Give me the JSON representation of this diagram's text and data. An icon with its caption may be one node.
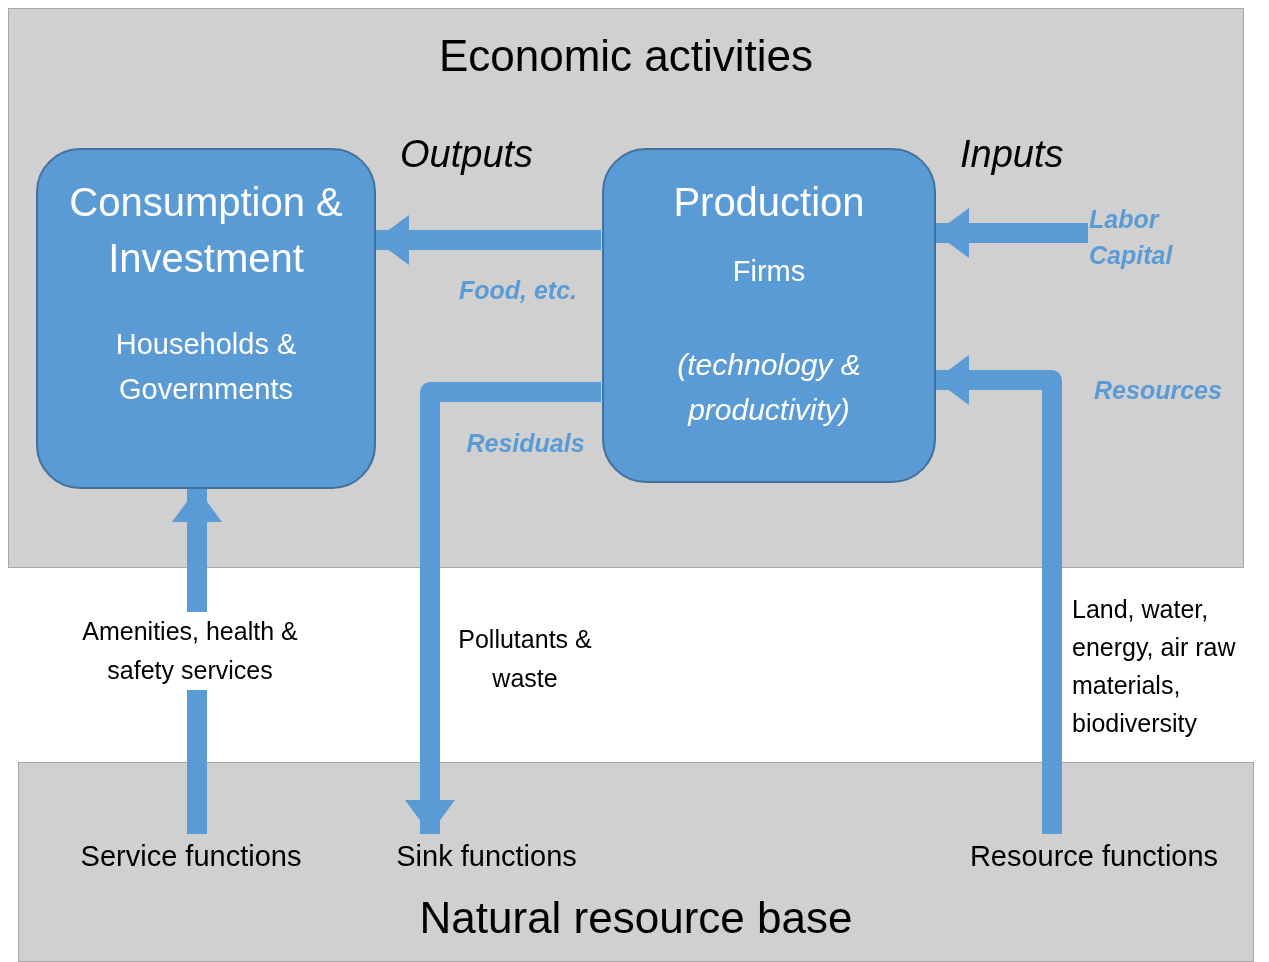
{
  "diagram": {
    "nodes": [
      {
        "text": [
          "Economic activities"
        ]
      },
      {
        "text": [
          "Consumption & Investment",
          "Households & Governments"
        ],
        "in": 0
      },
      {
        "text": [
          "Production",
          "Firms",
          "(technology & productivity)"
        ],
        "in": 0
      },
      {
        "text": [
          "Natural resource base"
        ]
      },
      {
        "text": [
          "Service functions"
        ],
        "in": 3
      },
      {
        "text": [
          "Sink functions"
        ],
        "in": 3
      },
      {
        "text": [
          "Resource functions"
        ],
        "in": 3
      },
      {
        "text": [
          "Labor Capital"
        ],
        "in": 0
      }
    ],
    "edges": [
      {
        "from": 2,
        "to": 1,
        "arrow": "to",
        "label": "Food, etc."
      },
      {
        "from": 7,
        "to": 2,
        "arrow": "to"
      },
      {
        "from": 2,
        "to": 5,
        "arrow": "to",
        "label": "Residuals"
      },
      {
        "from": 6,
        "to": 2,
        "arrow": "to",
        "label": "Resources"
      },
      {
        "from": 4,
        "to": 1,
        "arrow": "to",
        "label": "Amenities, health & safety services"
      }
    ],
    "labels": [
      "Outputs",
      "Inputs",
      "Pollutants & waste",
      "Land, water, energy, air raw materials, biodiversity"
    ]
  }
}
